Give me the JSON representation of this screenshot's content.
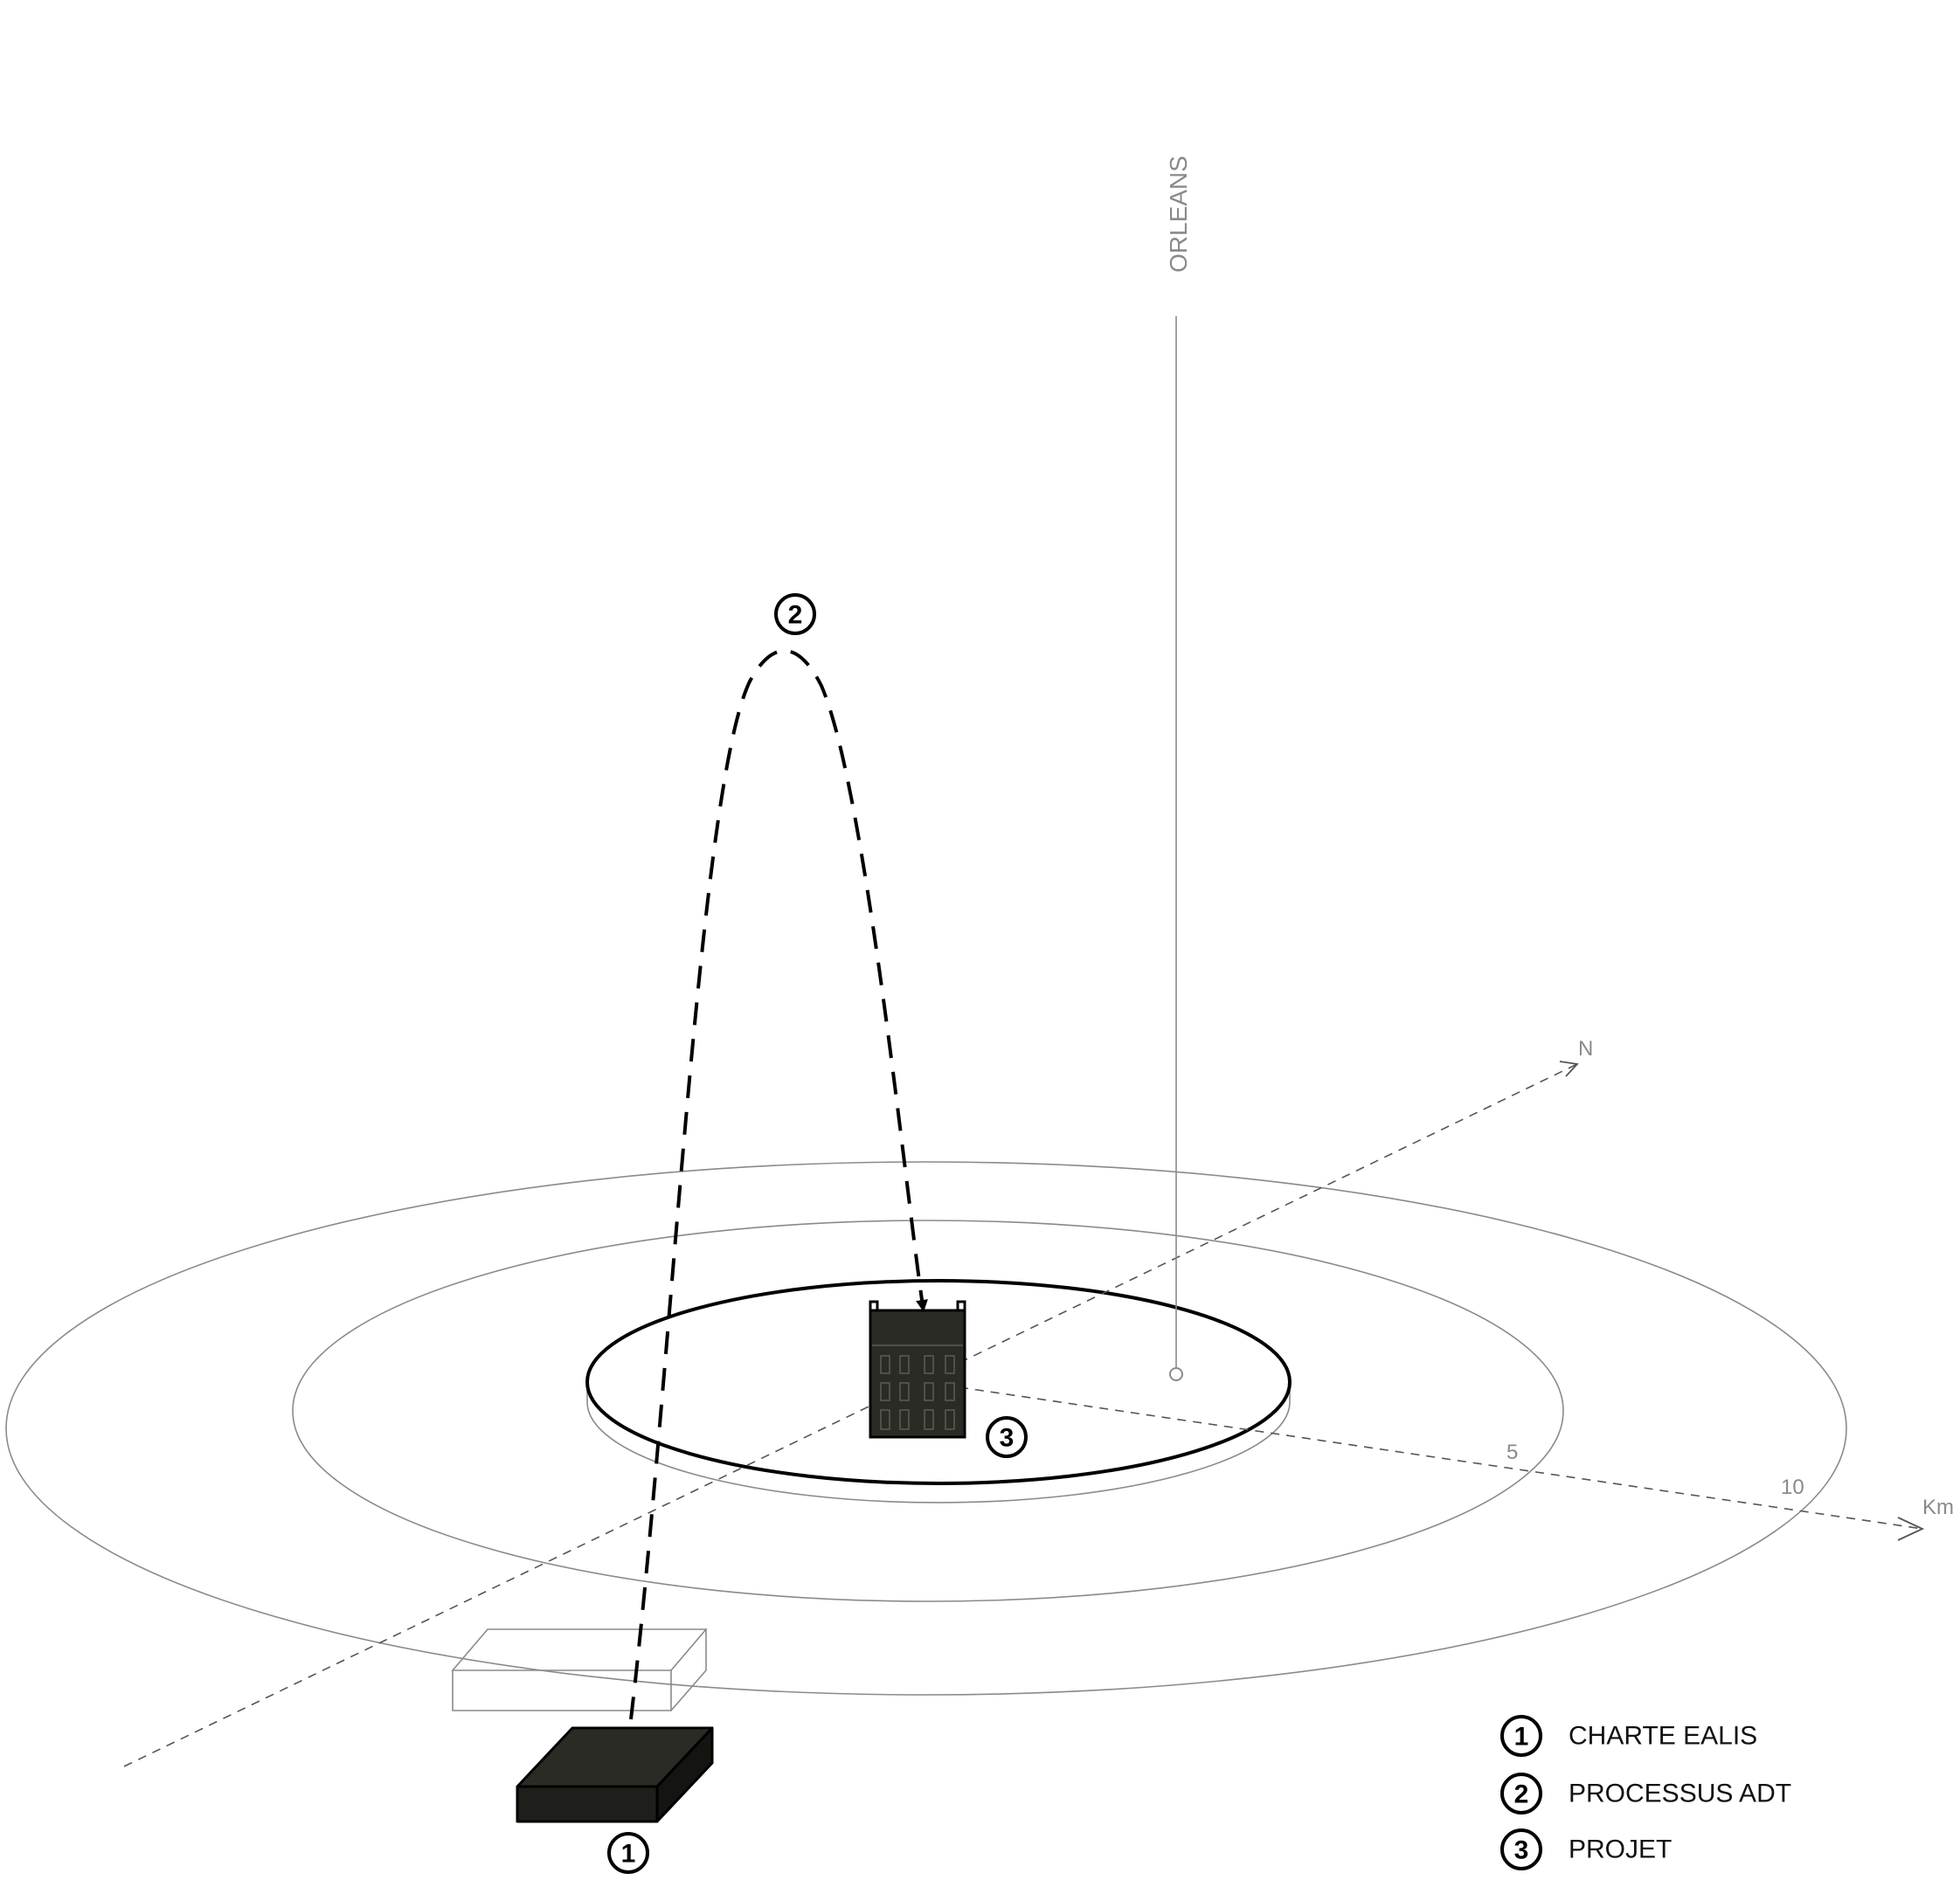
{
  "city_label": "ORLEANS",
  "north_label": "N",
  "distance_unit": "Km",
  "distance_marks": [
    "5",
    "10"
  ],
  "markers": [
    {
      "number": "1"
    },
    {
      "number": "2"
    },
    {
      "number": "3"
    }
  ],
  "legend": [
    {
      "number": "1",
      "label": "CHARTE EALIS"
    },
    {
      "number": "2",
      "label": "PROCESSUS ADT"
    },
    {
      "number": "3",
      "label": "PROJET"
    }
  ],
  "colors": {
    "ink": "#000000",
    "line_grey": "#8a8a8a",
    "dark_volume": "#2b2b26"
  }
}
